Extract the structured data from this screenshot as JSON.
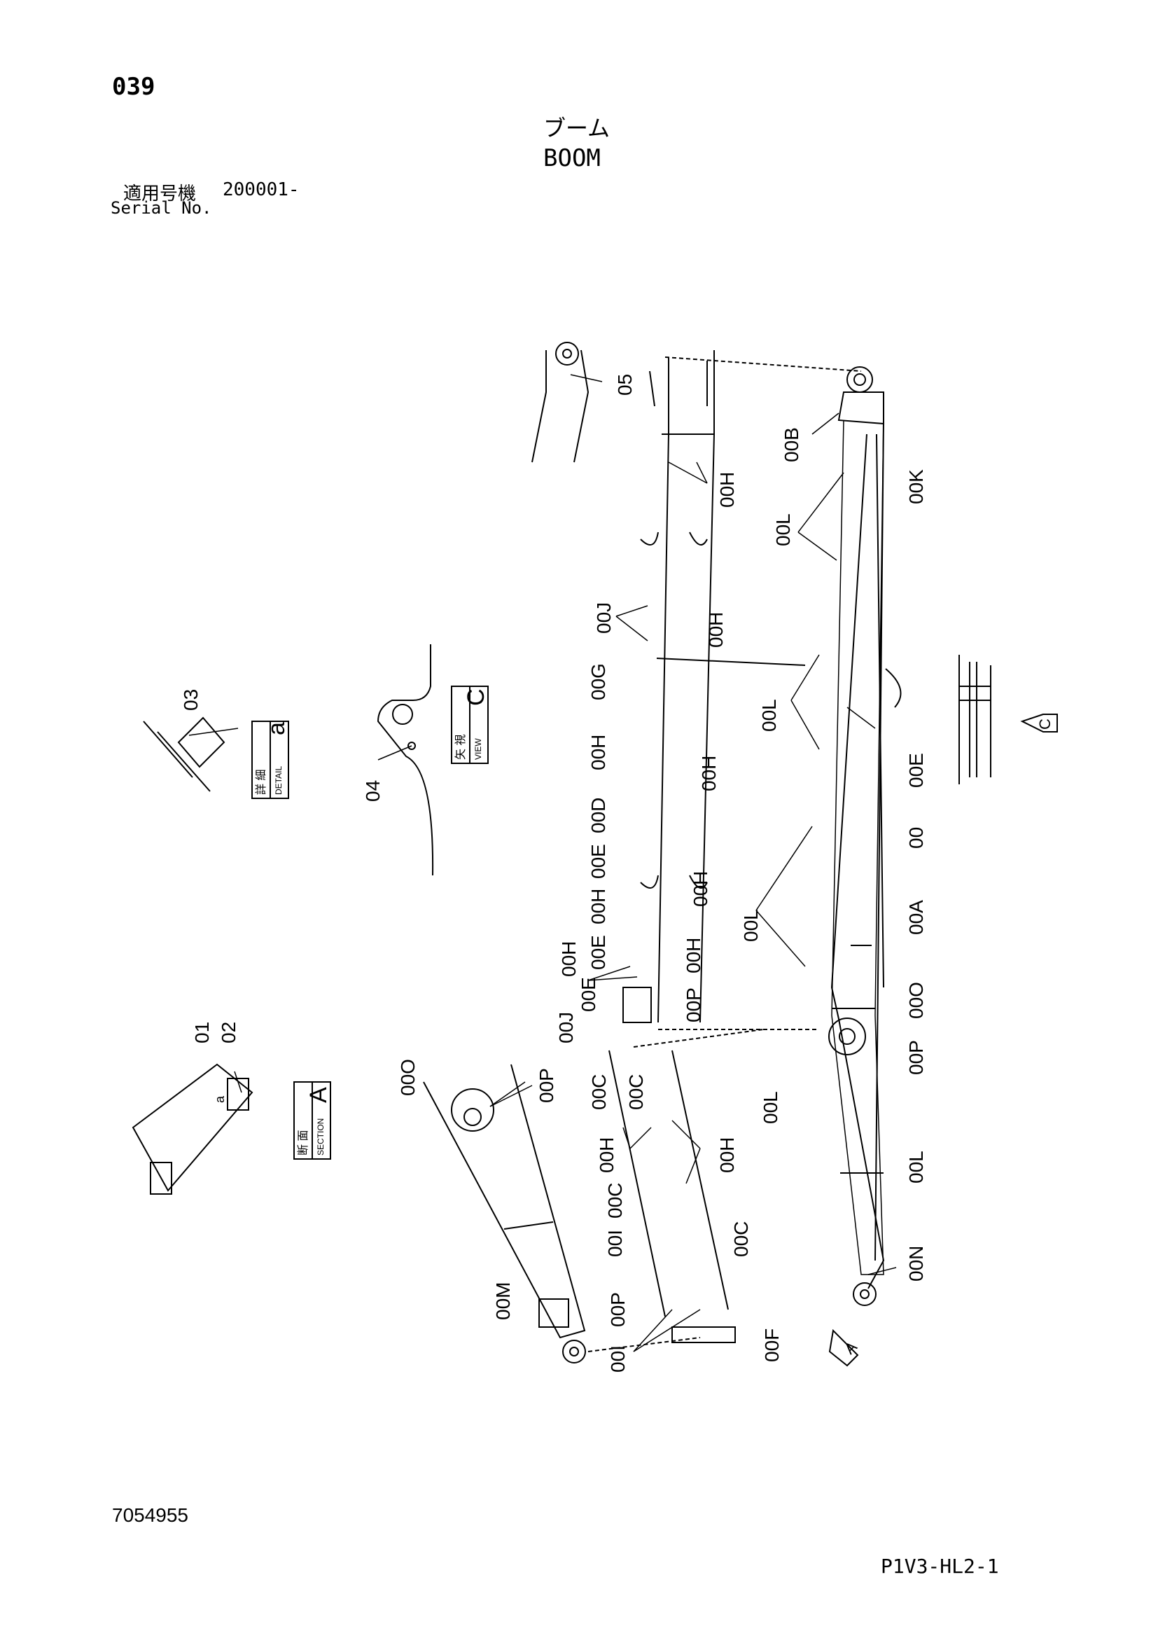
{
  "header": {
    "page_number": "039",
    "title_jp": "ブーム",
    "title_en": "BOOM",
    "serial_label_jp": "適用号機",
    "serial_number": "200001-",
    "serial_label_en": "Serial No."
  },
  "callouts": {
    "c05": "05",
    "c00B": "00B",
    "c00H_a": "00H",
    "c00K": "00K",
    "c00L_a": "00L",
    "c00J_a": "00J",
    "c00H_b": "00H",
    "c00G": "00G",
    "c00L_b": "00L",
    "c00H_c": "00H",
    "c00H_d": "00H",
    "c00E_a": "00E",
    "c00D": "00D",
    "c00E_b": "00E",
    "c00H_e": "00H",
    "c00H_f": "00H",
    "c00": "00",
    "c00E_c": "00E",
    "c00L_c": "00L",
    "c00A": "00A",
    "c00H_g": "00H",
    "c00H_h": "00H",
    "c00E_d": "00E",
    "c00P_a": "00P",
    "c00J_b": "00J",
    "c00O_a": "00O",
    "c00P_b": "00P",
    "c00O_b": "00O",
    "c00P_c": "00P",
    "c00C_a": "00C",
    "c00C_b": "00C",
    "c00L_d": "00L",
    "c00H_i": "00H",
    "c00H_j": "00H",
    "c00L_e": "00L",
    "c00C_c": "00C",
    "c00I_a": "00I",
    "c00C_d": "00C",
    "c00N": "00N",
    "c00M": "00M",
    "c00P_d": "00P",
    "c00I_b": "00I",
    "c00F": "00F",
    "c03": "03",
    "c04": "04",
    "c01": "01",
    "c02": "02"
  },
  "labels": {
    "detail_letter": "a",
    "detail_jp": "詳 細",
    "detail_en": "DETAIL",
    "view_letter": "C",
    "view_jp": "矢 視",
    "view_en": "VIEW",
    "section_letter": "A",
    "section_jp": "断 面",
    "section_en": "SECTION",
    "arrow_a": "A",
    "arrow_c": "C",
    "small_a": "a"
  },
  "footer": {
    "drawing_number": "7054955",
    "doc_code": "P1V3-HL2-1"
  }
}
